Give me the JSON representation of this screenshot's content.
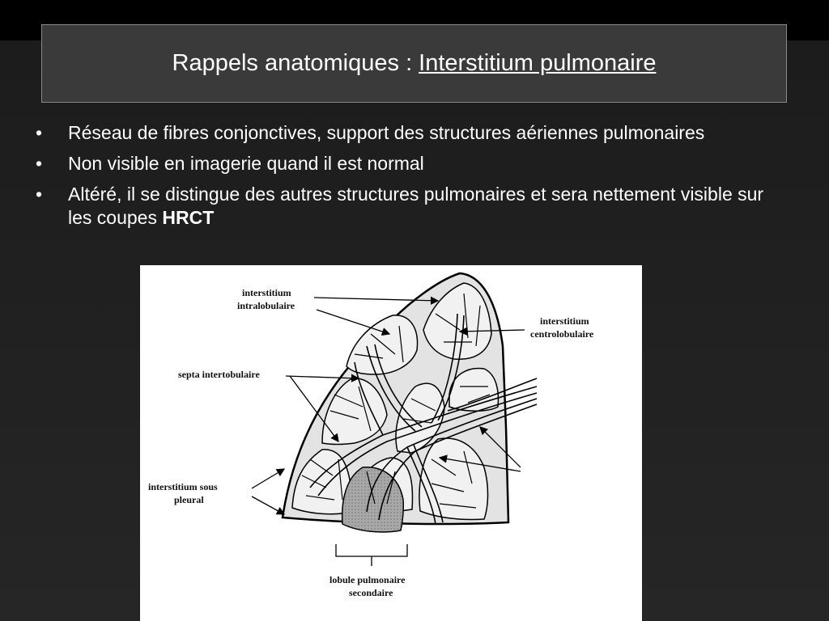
{
  "slide": {
    "title_prefix": "Rappels anatomiques :",
    "title_underlined": "Interstitium pulmonaire"
  },
  "bullets": [
    {
      "marker": "•",
      "text": "Réseau de fibres conjonctives, support des structures aériennes pulmonaires"
    },
    {
      "marker": "•",
      "text": "Non visible en imagerie quand il est normal"
    },
    {
      "marker": "•",
      "text": "Altéré, il se distingue des autres structures pulmonaires et sera nettement visible sur les coupes ",
      "bold_suffix": "HRCT"
    }
  ],
  "diagram": {
    "labels": {
      "intralobulaire_1": "interstitium",
      "intralobulaire_2": "intralobulaire",
      "centrolobulaire_1": "interstitium",
      "centrolobulaire_2": "centrolobulaire",
      "septa": "septa intertobulaire",
      "sous_pleural_1": "interstitium sous",
      "sous_pleural_2": "pleural",
      "lobule_1": "lobule pulmonaire",
      "lobule_2": "secondaire"
    }
  }
}
